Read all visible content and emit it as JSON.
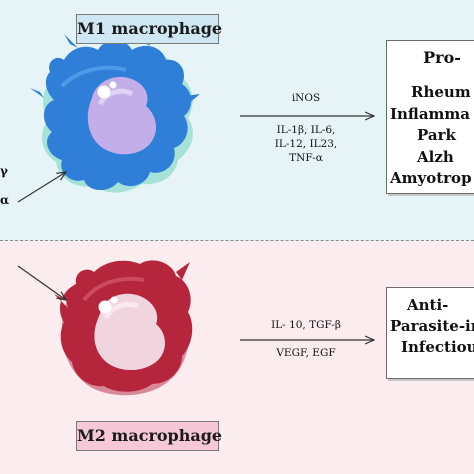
{
  "m1": {
    "title": "M1 macrophage",
    "mediators": {
      "line1": "iNOS",
      "line2": "IL-1β, IL-6,",
      "line3": "IL-12, IL23,",
      "line4": "TNF-α"
    },
    "outcome": {
      "heading": "Pro-",
      "items": [
        "Rheum",
        "Inflamma",
        "Park",
        "Alzh",
        "Amyotrop"
      ]
    },
    "left_fragments": [
      "γ",
      "α"
    ]
  },
  "m2": {
    "title": "M2 macrophage",
    "mediators": {
      "line1": "IL- 10, TGF-β",
      "line2": "VEGF, EGF"
    },
    "outcome": {
      "items": [
        "Anti-",
        "Parasite-in",
        "Infectiou"
      ]
    }
  },
  "colors": {
    "m1_panel": "#e7f4f7",
    "m2_panel": "#fbecef",
    "m1_cell": "#2f7fd8",
    "m1_cell_edge": "#7fd3cf",
    "m1_nucleus": "#c3aee9",
    "m2_cell": "#b5263d",
    "m2_cell_edge": "#d9889a",
    "m2_nucleus": "#f1d5de"
  }
}
